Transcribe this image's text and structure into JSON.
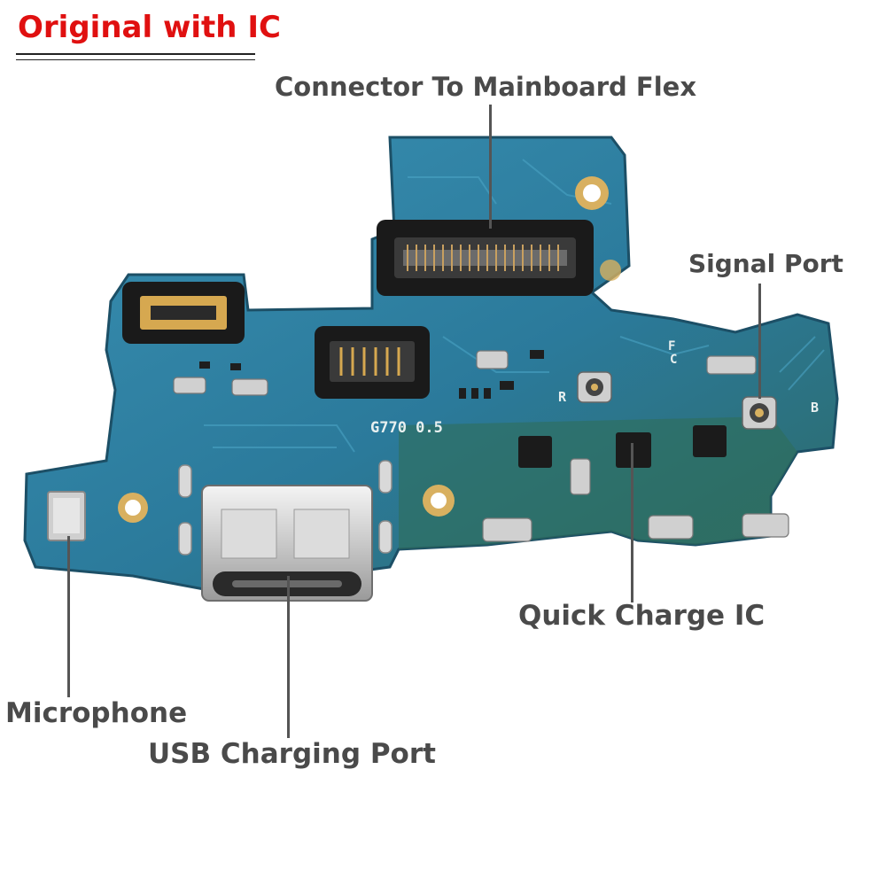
{
  "title": "Original with IC",
  "board_silkscreen": "G770 0.5",
  "board_letters": [
    "R",
    "F",
    "C",
    "B"
  ],
  "callouts": {
    "connector": "Connector To Mainboard Flex",
    "signal": "Signal Port",
    "quick_charge": "Quick Charge IC",
    "microphone": "Microphone",
    "usb": "USB Charging Port"
  },
  "colors": {
    "title": "#e01010",
    "label": "#4a4a4a",
    "pcb": "#2e7fa0",
    "pcb_dark": "#1f5f7a",
    "pcb_green": "#2f6e55",
    "gold": "#d8b060"
  }
}
